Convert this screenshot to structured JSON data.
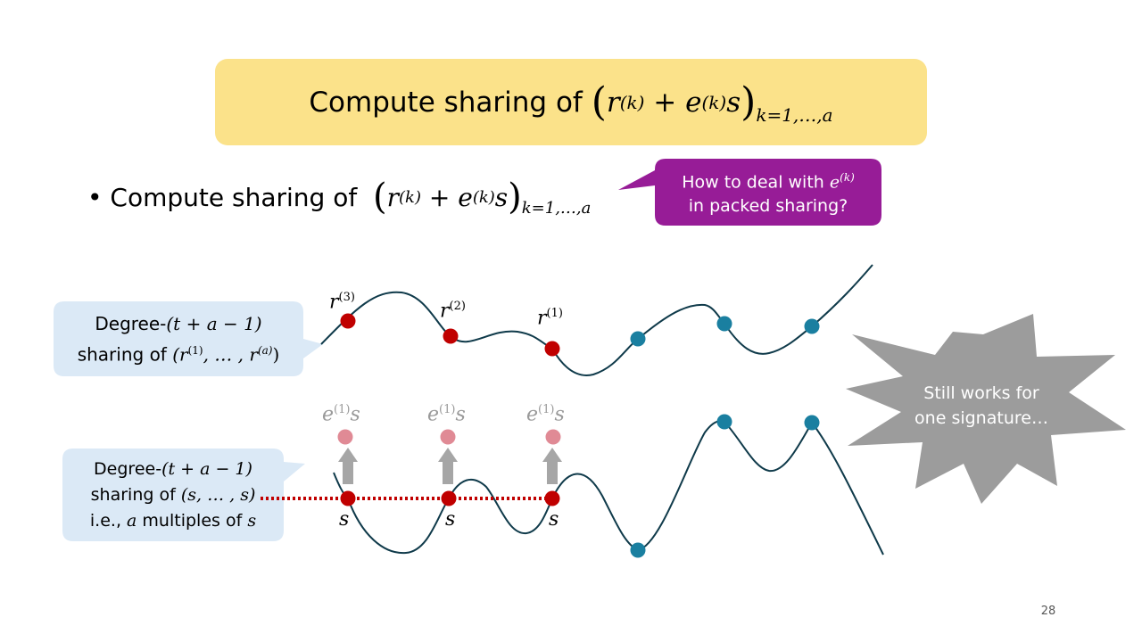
{
  "title": {
    "prefix": "Compute sharing of",
    "r": "r",
    "k": "(k)",
    "plus": "+",
    "e": "e",
    "s": "s",
    "subscript": "k=1,…,a"
  },
  "bullet": {
    "marker": "•",
    "prefix": "Compute sharing of",
    "subscript": "k=1,…,a"
  },
  "purple_callout": {
    "line1": "How to deal with",
    "e": "e",
    "k": "(k)",
    "line2": "in packed sharing?"
  },
  "blue_callout_1": {
    "line1_prefix": "Degree-",
    "degree": "(t + a − 1)",
    "line2_prefix": "sharing of",
    "vector": "(r",
    "sup1": "(1)",
    "mid": ", … , r",
    "supa": "(a)",
    "close": ")"
  },
  "blue_callout_2": {
    "line1_prefix": "Degree-",
    "degree": "(t + a − 1)",
    "line2_prefix": "sharing of",
    "vector": "(s, … , s)",
    "line3_prefix": "i.e.,",
    "a": "a",
    "line3_mid": "multiples of",
    "s": "s"
  },
  "star": {
    "line1": "Still works for",
    "line2": "one signature…"
  },
  "top_labels": [
    {
      "base": "r",
      "sup": "(3)"
    },
    {
      "base": "r",
      "sup": "(2)"
    },
    {
      "base": "r",
      "sup": "(1)"
    }
  ],
  "grey_labels": [
    {
      "base": "e",
      "sup": "(1)",
      "tail": "s"
    },
    {
      "base": "e",
      "sup": "(1)",
      "tail": "s"
    },
    {
      "base": "e",
      "sup": "(1)",
      "tail": "s"
    }
  ],
  "s_labels": [
    "s",
    "s",
    "s"
  ],
  "colors": {
    "title_bg": "#fbe28a",
    "purple": "#971c97",
    "blue_callout": "#dbe9f6",
    "star": "#9c9c9c",
    "curve": "#0f3a4a",
    "red_point": "#c00000",
    "teal_point": "#1a7fa0",
    "pink_point": "#e08a95",
    "arrow": "#a6a6a6"
  },
  "page_number": "28"
}
